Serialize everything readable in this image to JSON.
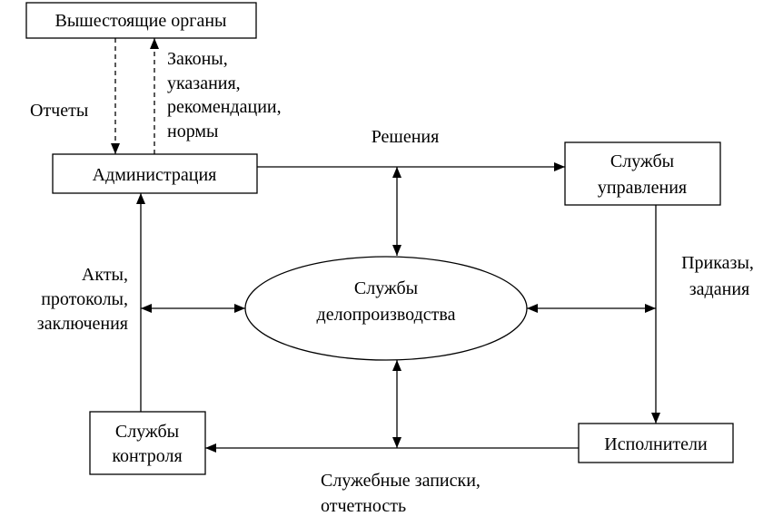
{
  "nodes": {
    "higher_bodies": "Вышестоящие органы",
    "administration": "Администрация",
    "management_services": [
      "Службы",
      "управления"
    ],
    "records_services": [
      "Службы",
      "делопроизводства"
    ],
    "control_services": [
      "Службы",
      "контроля"
    ],
    "executors": "Исполнители"
  },
  "labels": {
    "reports": "Отчеты",
    "laws": [
      "Законы,",
      "указания,",
      "рекомендации,",
      "нормы"
    ],
    "decisions": "Решения",
    "orders": [
      "Приказы,",
      "задания"
    ],
    "acts": [
      "Акты,",
      "протоколы,",
      "заключения"
    ],
    "memos": [
      "Служебные записки,",
      "отчетность"
    ]
  }
}
